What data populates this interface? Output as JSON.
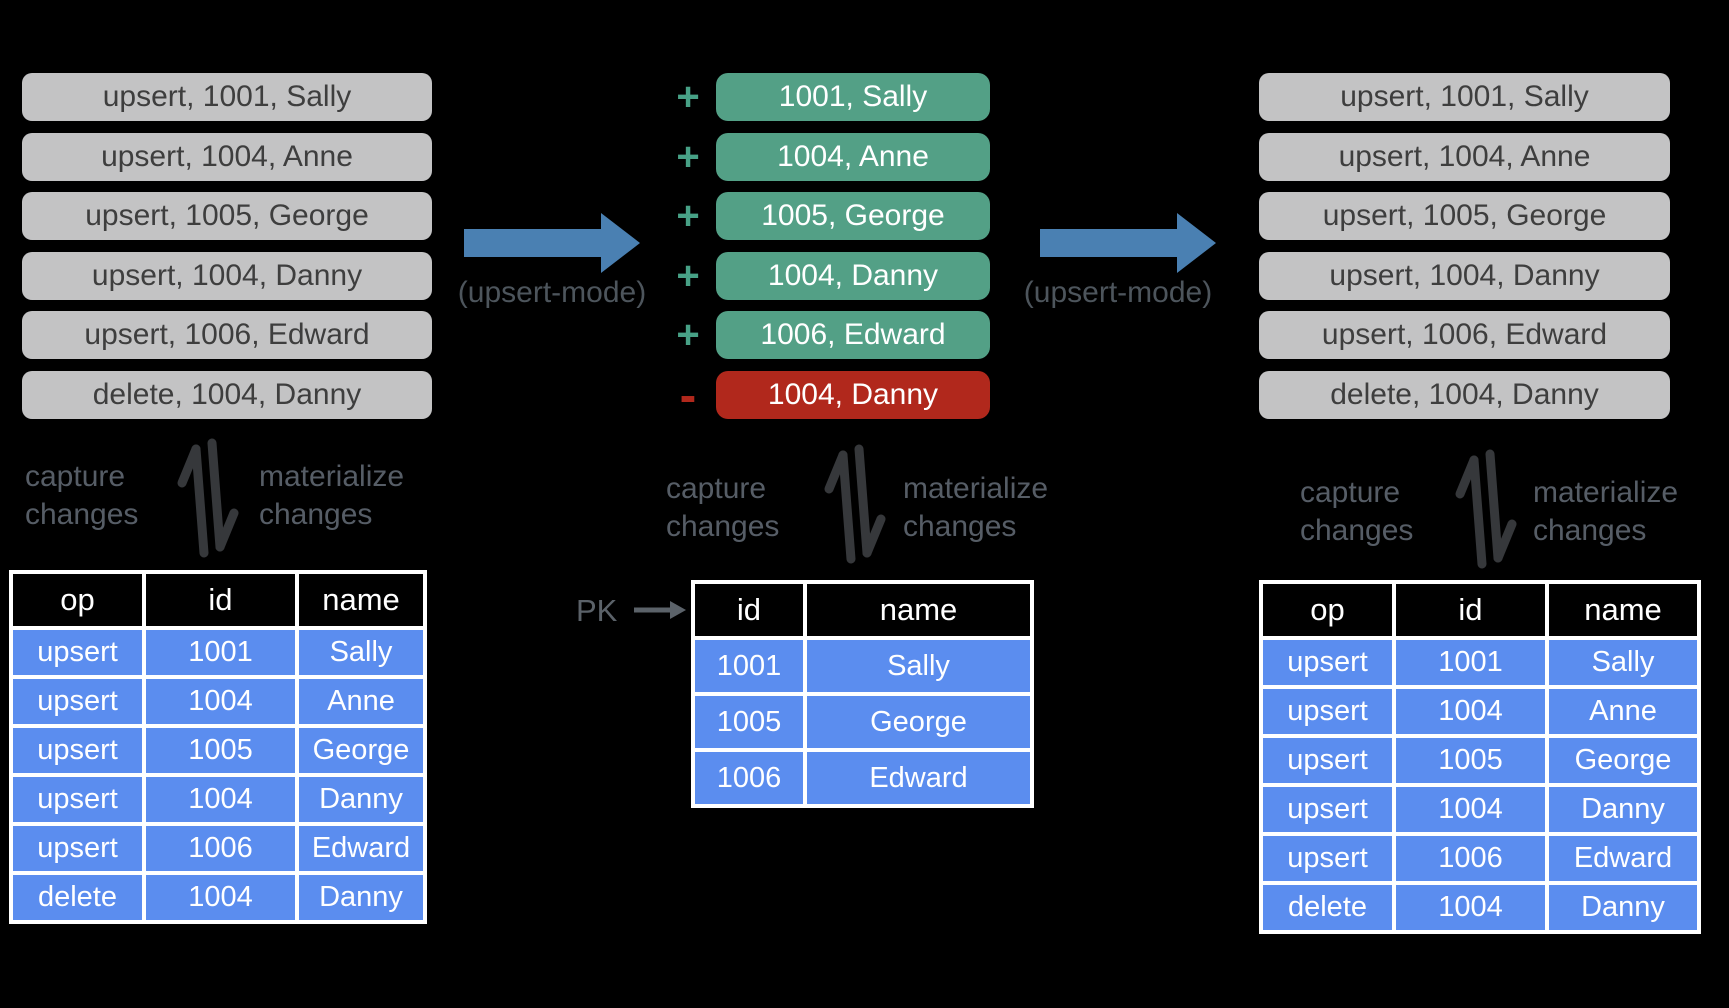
{
  "palette": {
    "background": "#000000",
    "log_row_bg": "#c3c3c4",
    "log_row_text": "#3e3e3e",
    "add_row_bg": "#53a086",
    "remove_row_bg": "#b1281c",
    "plus_sign": "#47a186",
    "minus_sign": "#b1281c",
    "arrow_blue": "#4a80b2",
    "mode_label_text": "#4d555c",
    "flow_label_text": "#565d66",
    "flow_arrows_icon": "#36383b",
    "pk_text": "#5b6269",
    "table_header_bg": "#000000",
    "table_cell_bg": "#5b8def",
    "table_border": "#ffffff",
    "table_text": "#ffffff"
  },
  "left_panel": {
    "log_rows": [
      "upsert, 1001, Sally",
      "upsert, 1004, Anne",
      "upsert, 1005, George",
      "upsert, 1004, Danny",
      "upsert, 1006, Edward",
      "delete, 1004, Danny"
    ],
    "capture_label": {
      "line1": "capture",
      "line2": "changes"
    },
    "materialize_label": {
      "line1": "materialize",
      "line2": "changes"
    },
    "table": {
      "headers": [
        "op",
        "id",
        "name"
      ],
      "rows": [
        [
          "upsert",
          "1001",
          "Sally"
        ],
        [
          "upsert",
          "1004",
          "Anne"
        ],
        [
          "upsert",
          "1005",
          "George"
        ],
        [
          "upsert",
          "1004",
          "Danny"
        ],
        [
          "upsert",
          "1006",
          "Edward"
        ],
        [
          "delete",
          "1004",
          "Danny"
        ]
      ]
    }
  },
  "middle_panel": {
    "change_rows": [
      {
        "sign": "+",
        "text": "1001, Sally"
      },
      {
        "sign": "+",
        "text": "1004, Anne"
      },
      {
        "sign": "+",
        "text": "1005, George"
      },
      {
        "sign": "+",
        "text": "1004, Danny"
      },
      {
        "sign": "+",
        "text": "1006, Edward"
      },
      {
        "sign": "-",
        "text": "1004, Danny"
      }
    ],
    "capture_label": {
      "line1": "capture",
      "line2": "changes"
    },
    "materialize_label": {
      "line1": "materialize",
      "line2": "changes"
    },
    "pk_label": "PK",
    "table": {
      "headers": [
        "id",
        "name"
      ],
      "rows": [
        [
          "1001",
          "Sally"
        ],
        [
          "1005",
          "George"
        ],
        [
          "1006",
          "Edward"
        ]
      ]
    }
  },
  "right_panel": {
    "log_rows": [
      "upsert, 1001, Sally",
      "upsert, 1004, Anne",
      "upsert, 1005, George",
      "upsert, 1004, Danny",
      "upsert, 1006, Edward",
      "delete, 1004, Danny"
    ],
    "capture_label": {
      "line1": "capture",
      "line2": "changes"
    },
    "materialize_label": {
      "line1": "materialize",
      "line2": "changes"
    },
    "table": {
      "headers": [
        "op",
        "id",
        "name"
      ],
      "rows": [
        [
          "upsert",
          "1001",
          "Sally"
        ],
        [
          "upsert",
          "1004",
          "Anne"
        ],
        [
          "upsert",
          "1005",
          "George"
        ],
        [
          "upsert",
          "1004",
          "Danny"
        ],
        [
          "upsert",
          "1006",
          "Edward"
        ],
        [
          "delete",
          "1004",
          "Danny"
        ]
      ]
    }
  },
  "flow_arrows": {
    "left_label": "(upsert-mode)",
    "right_label": "(upsert-mode)"
  }
}
